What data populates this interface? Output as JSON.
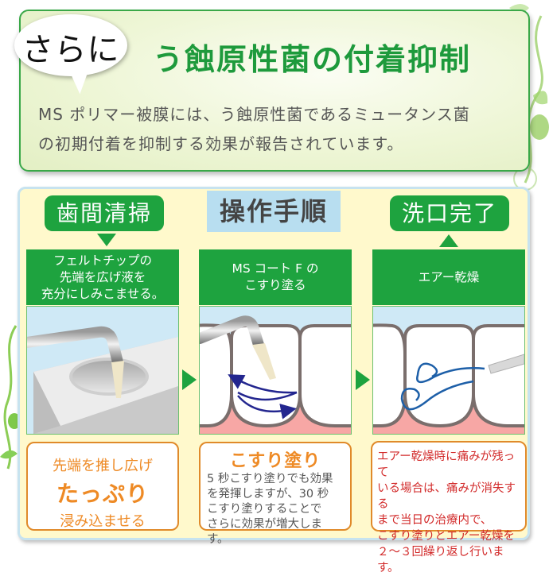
{
  "colors": {
    "brand_green": "#1ea33f",
    "title_green": "#1e9a3c",
    "panel_bg": "#fff9cc",
    "heading_blue_bg": "#b8def0",
    "accent_orange": "#ee8a25",
    "warning_red": "#d22a2a",
    "gum_pink": "#f7a7a5",
    "tooth_outline": "#7a6e6c",
    "arrow_navy": "#23268f",
    "air_blue": "#1d5fa8"
  },
  "intro": {
    "bubble_label": "さらに",
    "title": "う蝕原性菌の付着抑制",
    "body_lines": [
      "MS ポリマー被膜には、う蝕原性菌であるミュータンス菌",
      "の初期付着を抑制する効果が報告されています。"
    ]
  },
  "procedure": {
    "title": "操作手順",
    "start_label": "歯間清掃",
    "end_label": "洗口完了",
    "steps": [
      {
        "header_lines": [
          "フェルトチップの",
          "先端を広げ液を",
          "充分にしみこませる。"
        ],
        "illustration": "felt-tip-soaking-illustration",
        "note": {
          "line1": "先端を推し広げ",
          "emphasis": "たっぷり",
          "line3": "浸み込ませる"
        }
      },
      {
        "header_lines": [
          "MS コート F の",
          "こすり塗る"
        ],
        "illustration": "rubbing-application-illustration",
        "note": {
          "title": "こすり塗り",
          "body_lines": [
            "5 秒こすり塗りでも効果",
            "を発揮しますが、30 秒",
            "こすり塗りすることで",
            "さらに効果が増大します。"
          ]
        }
      },
      {
        "header_lines": [
          "エアー乾燥"
        ],
        "illustration": "air-drying-illustration",
        "note": {
          "body_lines": [
            "エアー乾燥時に痛みが残って",
            "いる場合は、痛みが消失する",
            "まで当日の治療内で、",
            "こすり塗りとエアー乾燥を",
            "２～３回繰り返し行います。"
          ]
        }
      }
    ]
  }
}
